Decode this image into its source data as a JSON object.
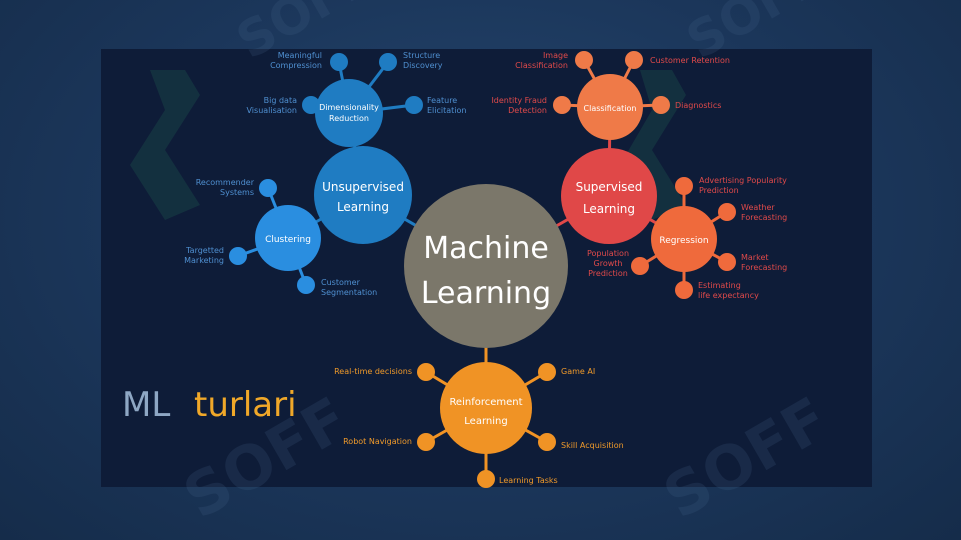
{
  "title": {
    "part1": "ML",
    "part2": "turlari"
  },
  "center": {
    "line1": "Machine",
    "line2": "Learning"
  },
  "unsupervised": {
    "line1": "Unsupervised",
    "line2": "Learning",
    "dim": {
      "line1": "Dimensionality",
      "line2": "Reduction",
      "leaves": [
        {
          "line1": "Meaningful",
          "line2": "Compression"
        },
        {
          "line1": "Structure",
          "line2": "Discovery"
        },
        {
          "line1": "Big data",
          "line2": "Visualisation"
        },
        {
          "line1": "Feature",
          "line2": "Elicitation"
        }
      ]
    },
    "clu": {
      "line1": "Clustering",
      "leaves": [
        {
          "line1": "Recommender",
          "line2": "Systems"
        },
        {
          "line1": "Targetted",
          "line2": "Marketing"
        },
        {
          "line1": "Customer",
          "line2": "Segmentation"
        }
      ]
    }
  },
  "supervised": {
    "line1": "Supervised",
    "line2": "Learning",
    "cls": {
      "line1": "Classification",
      "leaves": [
        {
          "line1": "Image",
          "line2": "Classification"
        },
        {
          "line1": "Customer Retention",
          "line2": ""
        },
        {
          "line1": "Identity Fraud",
          "line2": "Detection"
        },
        {
          "line1": "Diagnostics",
          "line2": ""
        }
      ]
    },
    "reg": {
      "line1": "Regression",
      "leaves": [
        {
          "line1": "Advertising Popularity",
          "line2": "Prediction"
        },
        {
          "line1": "Weather",
          "line2": "Forecasting"
        },
        {
          "line1": "Population",
          "line2": "Growth",
          "line3": "Prediction"
        },
        {
          "line1": "Market",
          "line2": "Forecasting"
        },
        {
          "line1": "Estimating",
          "line2": "life expectancy"
        }
      ]
    }
  },
  "reinforcement": {
    "line1": "Reinforcement",
    "line2": "Learning",
    "leaves": [
      {
        "line1": "Real-time decisions"
      },
      {
        "line1": "Game AI"
      },
      {
        "line1": "Robot Navigation"
      },
      {
        "line1": "Skill Acquisition"
      },
      {
        "line1": "Learning Tasks"
      }
    ]
  },
  "colors": {
    "center": "#7b776a",
    "unsupervised": "#1f7cc2",
    "clustering": "#2a8ee0",
    "supervised": "#e04848",
    "classification": "#ef7a48",
    "regression": "#ef6a3c",
    "reinforcement": "#f09325"
  }
}
